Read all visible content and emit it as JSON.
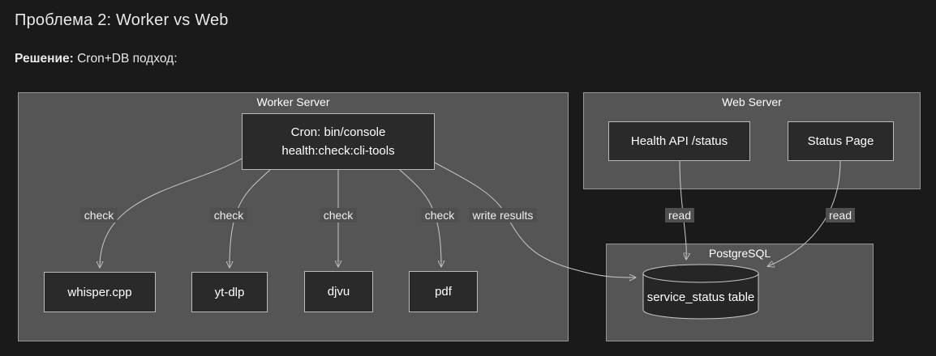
{
  "slide": {
    "title": "Проблема 2: Worker vs Web",
    "solution_label": "Решение:",
    "solution_text": " Cron+DB подход:"
  },
  "diagram": {
    "worker_server": {
      "title": "Worker Server",
      "cron": {
        "line1": "Cron: bin/console",
        "line2": "health:check:cli-tools"
      },
      "tools": [
        {
          "label": "whisper.cpp"
        },
        {
          "label": "yt-dlp"
        },
        {
          "label": "djvu"
        },
        {
          "label": "pdf"
        }
      ],
      "check_label": "check",
      "write_results_label": "write results"
    },
    "web_server": {
      "title": "Web Server",
      "health_api": "Health API /status",
      "status_page": "Status Page",
      "read_label": "read"
    },
    "postgresql": {
      "title": "PostgreSQL",
      "table": "service_status table"
    }
  },
  "colors": {
    "bg": "#1a1a1a",
    "container-fill": "#555555",
    "container-border": "#979797",
    "node-fill": "#2a2a2a",
    "node-border": "#b9b9b9",
    "edge": "#c9c9c9",
    "edge-label-bg": "#4f4f4f",
    "text": "#f2f2f2",
    "title": "#e8e8e8"
  }
}
